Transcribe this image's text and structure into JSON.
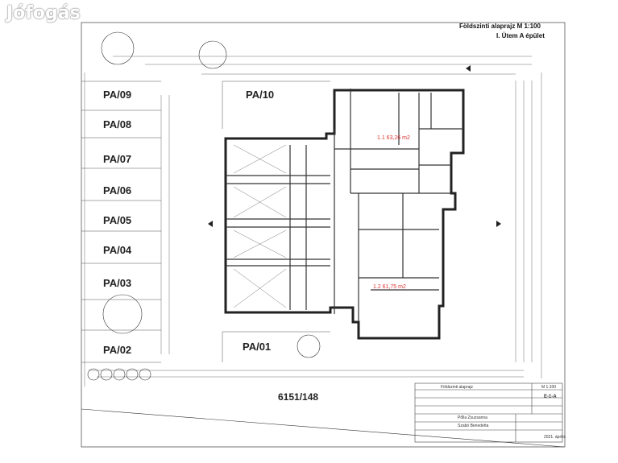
{
  "watermark": "Jófogás",
  "title": "Földszinti alaprajz  M 1:100",
  "subtitle": "I. Ütem A épület",
  "lots_left": [
    "PA/09",
    "PA/08",
    "PA/07",
    "PA/06",
    "PA/05",
    "PA/04",
    "PA/03",
    "PA/02"
  ],
  "lots_mid": [
    "PA/10",
    "PA/01"
  ],
  "parcel": "6151/148",
  "area_labels": [
    "1.1  63,26 m2",
    "1.2  61,75 m2"
  ],
  "titleblock": {
    "drawing_name": "Földszinti alaprajz",
    "scale": "M 1:100",
    "sheet": "E-1-A",
    "date": "2021. április",
    "designer": "Pőlla Zsuzsanna",
    "designer2": "Szabó Benedetta"
  },
  "colors": {
    "line": "#333333",
    "red": "#dd3333",
    "paper": "#ffffff"
  }
}
